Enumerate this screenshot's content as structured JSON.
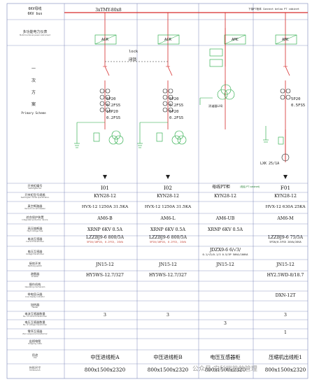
{
  "header": {
    "bus_cn": "6KV母线",
    "bus_en": "6KV bus",
    "busbar_spec": "3xTMY-80x8",
    "connect_note": "下接PT柜体 Connect below PT cabinet"
  },
  "meter_row": {
    "label_cn": "多功能电力仪表",
    "label_en": "Multi-functional power instrument",
    "acr_a": "ACR",
    "acr_b": "ACR",
    "amc_c": "AMC",
    "amc_d": "AMC"
  },
  "scheme": {
    "label_cn": "一次方案",
    "label_en": "Primary Scheme",
    "chars": [
      "一",
      "次",
      "方",
      "案"
    ],
    "lock_en": "lock",
    "lock_cn": "闭锁",
    "ct_a": [
      "5P20",
      "0.2FS5",
      "10P20",
      "0.2FS5"
    ],
    "ct_b": [
      "5P20",
      "0.2FS5",
      "5P20",
      "0.2FS5"
    ],
    "ct_d": [
      "5P20",
      "0.5FS5"
    ],
    "pt_c_label": "消谐器LXQ",
    "lxk_label": "LXK 25/1A"
  },
  "table": {
    "rows": [
      {
        "key": "number",
        "label_cn": "开关柜编号",
        "label_en": "Switchgear No.",
        "values": [
          "I01",
          "I02",
          "母线PT柜",
          "F01"
        ],
        "pt_note": "(柜后 PT cabinet)"
      },
      {
        "key": "model",
        "label_cn": "开关柜型号规格",
        "label_en": "Switchgear model specification",
        "values": [
          "KYN28-12",
          "KYN28-12",
          "KYN28-12",
          "KYN28-12"
        ]
      },
      {
        "key": "breaker",
        "label_cn": "真空断路器",
        "label_en": "Vacuum circuit breaker",
        "values": [
          "HVX-12 1250A 31.5KA",
          "HVX-12 1250A 31.5KA",
          "",
          "HVX-12 630A 25KA"
        ]
      },
      {
        "key": "protection",
        "label_cn": "综合保护装置",
        "label_en": "Integrated protection device",
        "values": [
          "AM6-B",
          "AM6-L",
          "AM6-UB",
          "AM6-M"
        ]
      },
      {
        "key": "fuse",
        "label_cn": "高压熔断器",
        "label_en": "High voltage fuse",
        "values": [
          "XRNP 6KV 0.5A",
          "XRNP 6KV 0.5A",
          "XRNP 6KV 0.5A",
          ""
        ]
      },
      {
        "key": "ct",
        "label_cn": "电流互感器",
        "label_en": "Current transformer",
        "values": [
          "LZZBJ9-6 800/5A",
          "LZZBJ9-6 800/5A",
          "",
          "LZZBJ9-6 75/5A"
        ],
        "ct_sub": [
          "5P20/10P20, 0.2FS5, 20VA",
          "5P20/10P20, 0.2FS5, 20VA",
          "",
          "5P20/0.5FS5 20VA/20VA"
        ]
      },
      {
        "key": "pt",
        "label_cn": "电压互感器",
        "label_en": "Voltage transformer",
        "values": [
          "",
          "",
          "JDZX9-6 6/√3/",
          ""
        ],
        "pt_sub": [
          "",
          "",
          "0.1/√3/0.1/3 0.5/3P 50VA/100VA",
          ""
        ]
      },
      {
        "key": "earth",
        "label_cn": "接地开关",
        "label_en": "Earthing switch",
        "values": [
          "JN15-12",
          "JN15-12",
          "JN15-12",
          "JN15-12"
        ]
      },
      {
        "key": "arrester",
        "label_cn": "避雷器",
        "label_en": "Arrester",
        "values": [
          "HY5WS-12.7/327",
          "HY5WS-12.7/327",
          "",
          "HY2.5WD-8/18.7"
        ]
      },
      {
        "key": "operation",
        "label_cn": "操作机构",
        "label_en": "Operating mechanism",
        "values": [
          "",
          "",
          "",
          ""
        ]
      },
      {
        "key": "live",
        "label_cn": "带电显示器",
        "label_en": "Live display indicator",
        "values": [
          "",
          "",
          "",
          "DXN-12T"
        ]
      },
      {
        "key": "heater",
        "label_cn": "加热器",
        "label_en": "Heater",
        "values": [
          "",
          "",
          "",
          ""
        ]
      },
      {
        "key": "qty",
        "label_cn": "电流互感器数量",
        "label_en": "No. of current transformer",
        "values": [
          "3",
          "3",
          "",
          "3"
        ]
      },
      {
        "key": "pt_qty",
        "label_cn": "电压互感器数量",
        "label_en": "No. of voltage transformer",
        "values": [
          "",
          "",
          "3",
          ""
        ]
      },
      {
        "key": "zero",
        "label_cn": "零序互感器",
        "label_en": "Zero sequence transformer",
        "values": [
          "",
          "",
          "",
          "1"
        ]
      },
      {
        "key": "cable",
        "label_cn": "出线电缆",
        "label_en": "Outgoing cable",
        "values": [
          "",
          "",
          "",
          ""
        ]
      },
      {
        "key": "use",
        "label_cn": "用途",
        "label_en": "Use",
        "values": [
          "中压进线柜A",
          "中压进线柜B",
          "电压互感器柜",
          "压缩机出线柜1"
        ]
      },
      {
        "key": "size",
        "label_cn": "外形尺寸",
        "label_en": "Dimensions",
        "values": [
          "800x1500x2320",
          "800x1500x2320",
          "800x1500x2320",
          "800x1500x2320"
        ]
      }
    ]
  },
  "watermark": "公众号·安科瑞能效管理",
  "colors": {
    "bus": "#d62b2b",
    "wire": "#1aa53a",
    "grid": "#7a86b8",
    "text": "#222222"
  }
}
